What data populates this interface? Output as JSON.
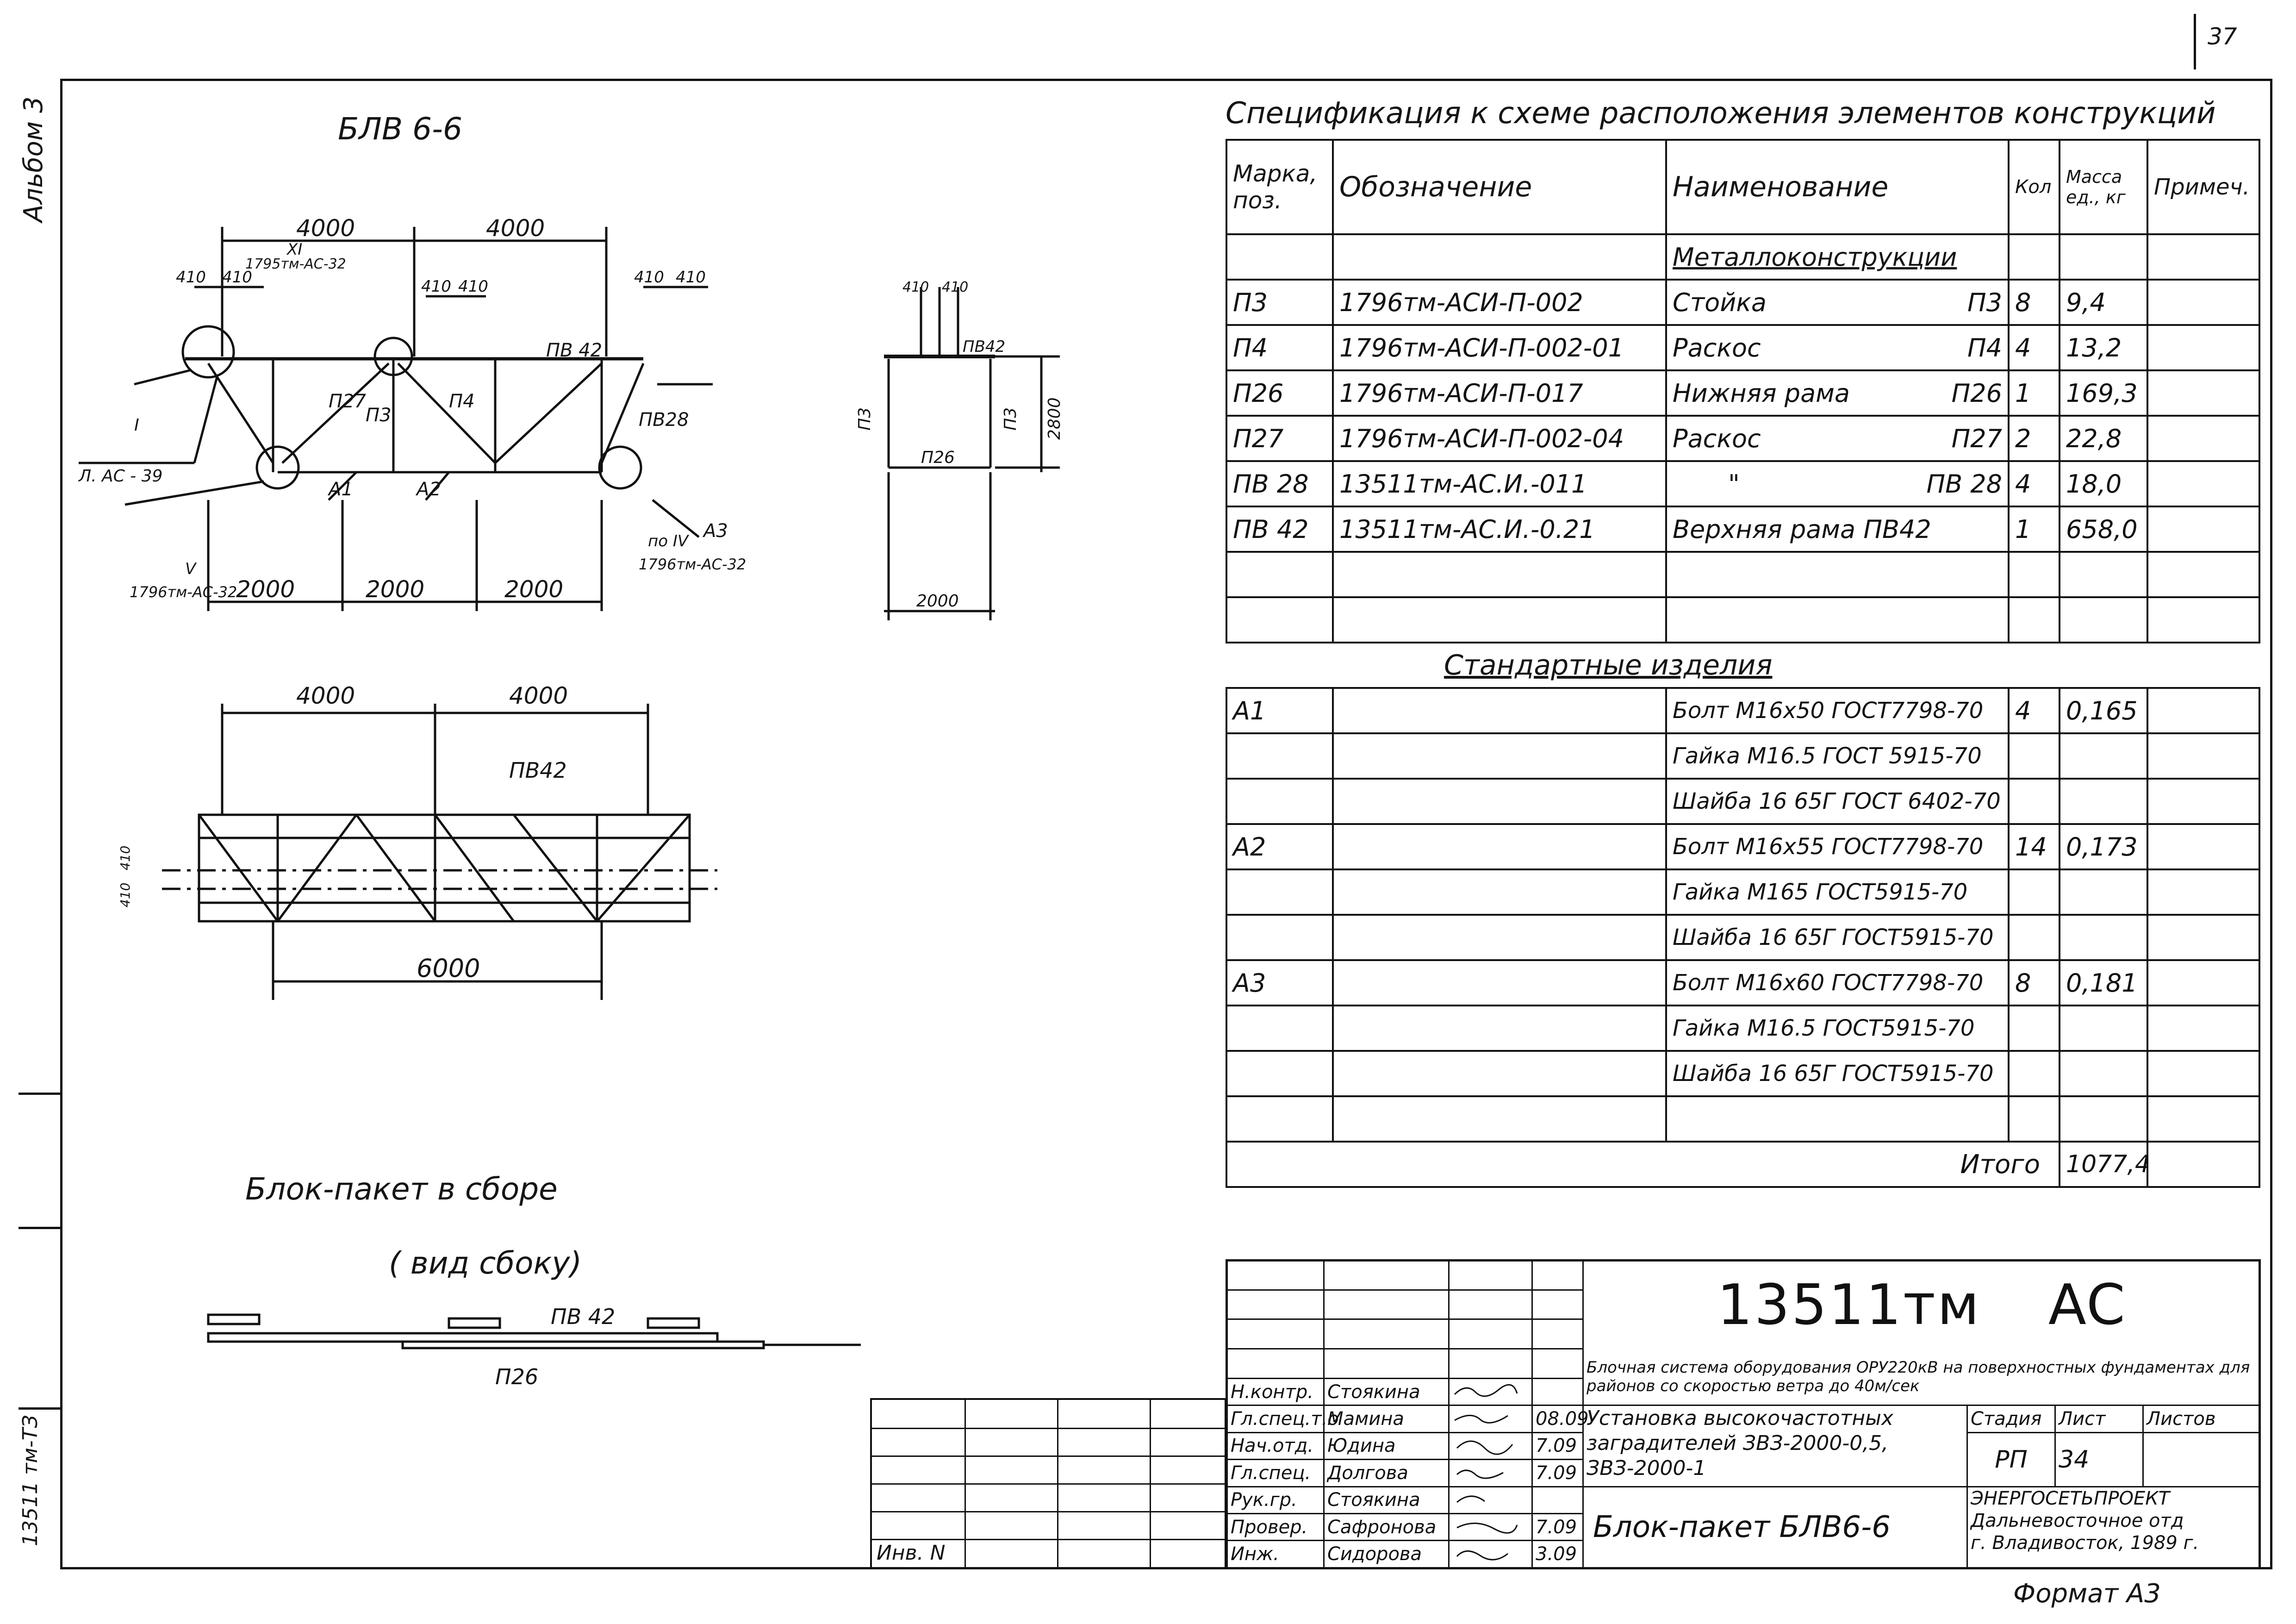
{
  "page": {
    "page_number": "37",
    "album_label": "Альбом 3",
    "side_code": "13511 тм-ТЗ",
    "format_label": "Формат А3"
  },
  "drawing_left": {
    "title": "БЛВ 6-6",
    "dims_top": [
      "4000",
      "4000"
    ],
    "dims_small": [
      "410",
      "410",
      "410",
      "410",
      "410",
      "410"
    ],
    "dims_bottom": [
      "2000",
      "2000",
      "2000"
    ],
    "marks": {
      "a1": "А1",
      "a2": "А2",
      "a3": "А3",
      "p3": "П3",
      "p4": "П4",
      "p27": "П27",
      "pb28": "ПВ28",
      "pb42": "ПВ 42",
      "node_xi": "XI",
      "node_i": "I",
      "node_v": "V",
      "node_iv": "по IV",
      "ref_a": "1795тм-АС-32",
      "ref_b": "Л. АС - 39",
      "ref_c": "1796тм-АС-32",
      "ref_d": "1796тм-АС-32"
    }
  },
  "drawing_side": {
    "dims_small": [
      "410",
      "410"
    ],
    "dim_height": "2800",
    "dim_width": "2000",
    "labels": {
      "top": "ПВ42",
      "bottom": "П26",
      "left": "П3",
      "right": "П3"
    }
  },
  "drawing_plan": {
    "dims_top": [
      "4000",
      "4000"
    ],
    "dim_bottom": "6000",
    "dims_left": [
      "410",
      "410"
    ],
    "label": "ПВ42"
  },
  "drawing_assembly": {
    "title": "Блок-пакет в сборе",
    "subtitle": "( вид сбоку)",
    "label_top": "ПВ 42",
    "label_bottom": "П26"
  },
  "spec": {
    "title": "Спецификация к схеме расположения элементов конструкций",
    "headers": {
      "mark": "Марка, поз.",
      "designation": "Обозначение",
      "name": "Наименование",
      "qty": "Кол",
      "mass": "Масса ед., кг",
      "note": "Примеч."
    },
    "section_metal": "Металлоконструкции",
    "metal_rows": [
      {
        "mark": "П3",
        "designation": "1796тм-АСИ-П-002",
        "name": "Стойка",
        "name_mark": "П3",
        "qty": "8",
        "mass": "9,4"
      },
      {
        "mark": "П4",
        "designation": "1796тм-АСИ-П-002-01",
        "name": "Раскос",
        "name_mark": "П4",
        "qty": "4",
        "mass": "13,2"
      },
      {
        "mark": "П26",
        "designation": "1796тм-АСИ-П-017",
        "name": "Нижняя рама",
        "name_mark": "П26",
        "qty": "1",
        "mass": "169,3"
      },
      {
        "mark": "П27",
        "designation": "1796тм-АСИ-П-002-04",
        "name": "Раскос",
        "name_mark": "П27",
        "qty": "2",
        "mass": "22,8"
      },
      {
        "mark": "ПВ 28",
        "designation": "13511тм-АС.И.-011",
        "name": "\"",
        "name_mark": "ПВ 28",
        "qty": "4",
        "mass": "18,0"
      },
      {
        "mark": "ПВ 42",
        "designation": "13511тм-АС.И.-0.21",
        "name": "Верхняя рама",
        "name_mark": "ПВ42",
        "qty": "1",
        "mass": "658,0"
      }
    ],
    "section_standard": "Стандартные изделия",
    "standard_rows": [
      {
        "mark": "А1",
        "name": "Болт М16х50 ГОСТ7798-70",
        "qty": "4",
        "mass": "0,165"
      },
      {
        "mark": "",
        "name": "Гайка М16.5 ГОСТ 5915-70",
        "qty": "",
        "mass": ""
      },
      {
        "mark": "",
        "name": "Шайба 16 65Г ГОСТ 6402-70",
        "qty": "",
        "mass": ""
      },
      {
        "mark": "А2",
        "name": "Болт М16х55 ГОСТ7798-70",
        "qty": "14",
        "mass": "0,173"
      },
      {
        "mark": "",
        "name": "Гайка М165 ГОСТ5915-70",
        "qty": "",
        "mass": ""
      },
      {
        "mark": "",
        "name": "Шайба 16 65Г ГОСТ5915-70",
        "qty": "",
        "mass": ""
      },
      {
        "mark": "А3",
        "name": "Болт М16х60 ГОСТ7798-70",
        "qty": "8",
        "mass": "0,181"
      },
      {
        "mark": "",
        "name": "Гайка М16.5 ГОСТ5915-70",
        "qty": "",
        "mass": ""
      },
      {
        "mark": "",
        "name": "Шайба 16 65Г ГОСТ5915-70",
        "qty": "",
        "mass": ""
      }
    ],
    "total_label": "Итого",
    "total_value": "1077,4"
  },
  "stamp": {
    "doc_code": "13511тм",
    "doc_suffix": "АС",
    "project": "Блочная система оборудования ОРУ220кВ на поверхностных фундаментах для районов со скоростью ветра до 40м/сек",
    "object": "Установка высокочастотных заградителей ЗВЗ-2000-0,5, ЗВЗ-2000-1",
    "sheet_title": "Блок-пакет БЛВ6-6",
    "stage_label": "Стадия",
    "sheet_label": "Лист",
    "sheets_label": "Листов",
    "stage": "РП",
    "sheet": "34",
    "org_1": "ЭНЕРГОСЕТЬПРОЕКТ",
    "org_2": "Дальневосточное отд",
    "org_3": "г. Владивосток, 1989 г.",
    "inv_label": "Инв. N",
    "people": [
      {
        "role": "Н.контр.",
        "name": "Стоякина",
        "date": ""
      },
      {
        "role": "Гл.спец.т.о",
        "name": "Мамина",
        "date": "08.09"
      },
      {
        "role": "Нач.отд.",
        "name": "Юдина",
        "date": "7.09"
      },
      {
        "role": "Гл.спец.",
        "name": "Долгова",
        "date": "7.09"
      },
      {
        "role": "Рук.гр.",
        "name": "Стоякина",
        "date": ""
      },
      {
        "role": "Провер.",
        "name": "Сафронова",
        "date": "7.09"
      },
      {
        "role": "Инж.",
        "name": "Сидорова",
        "date": "3.09"
      }
    ]
  }
}
